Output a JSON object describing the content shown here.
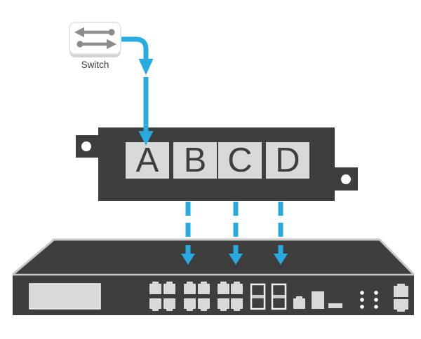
{
  "colors": {
    "accent_blue": "#29ABE2",
    "chassis_dark": "#3E3E3E",
    "port_light": "#D9D9D9",
    "icon_gray": "#8C8C8C",
    "background": "#FFFFFF"
  },
  "switch_node": {
    "label": "Switch",
    "icon": "switch-bidirectional-arrows-icon"
  },
  "patch_panel": {
    "ports": [
      "A",
      "B",
      "C",
      "D"
    ],
    "mount_holes": 2
  },
  "connections": {
    "solid_arrow": {
      "from": "Switch",
      "to_port": "A",
      "style": "solid"
    },
    "dashed_arrows": [
      {
        "from_port": "B",
        "to": "chassis",
        "style": "dashed"
      },
      {
        "from_port": "C",
        "to": "chassis",
        "style": "dashed"
      },
      {
        "from_port": "D",
        "to": "chassis",
        "style": "dashed"
      }
    ]
  },
  "chassis": {
    "icons": [
      "lcd-display",
      "rj45-port-group-1",
      "rj45-port-group-2",
      "rj45-port-group-3",
      "sfp-cage-1",
      "sfp-cage-2",
      "management-port",
      "usb-port",
      "expansion-slot",
      "led-indicators",
      "stacked-uplink-ports"
    ]
  }
}
